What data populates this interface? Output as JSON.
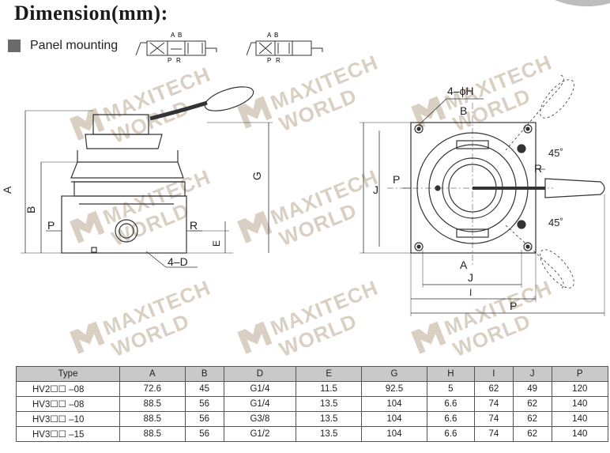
{
  "title": "Dimension(mm):",
  "subtitle": "Panel mounting",
  "symbol": {
    "top_left": "A",
    "top_right": "B",
    "bottom_left": "P",
    "bottom_right": "R"
  },
  "watermark": {
    "line1": "MAXITECH",
    "line2": "WORLD"
  },
  "front_labels": {
    "A": "A",
    "B": "B",
    "G": "G",
    "P": "P",
    "R": "R",
    "E": "E",
    "D": "4–D"
  },
  "side_labels": {
    "H": "4–ϕH",
    "B": "B",
    "P": "P",
    "R": "R",
    "J_left": "J",
    "A": "A",
    "J_bottom": "J",
    "I": "I",
    "P_bottom": "P",
    "angle_top": "45˚",
    "angle_bottom": "45˚"
  },
  "table": {
    "headers": [
      "Type",
      "A",
      "B",
      "D",
      "E",
      "G",
      "H",
      "I",
      "J",
      "P"
    ],
    "rows": [
      [
        "HV2☐☐ –08",
        "72.6",
        "45",
        "G1/4",
        "11.5",
        "92.5",
        "5",
        "62",
        "49",
        "120"
      ],
      [
        "HV3☐☐ –08",
        "88.5",
        "56",
        "G1/4",
        "13.5",
        "104",
        "6.6",
        "74",
        "62",
        "140"
      ],
      [
        "HV3☐☐ –10",
        "88.5",
        "56",
        "G3/8",
        "13.5",
        "104",
        "6.6",
        "74",
        "62",
        "140"
      ],
      [
        "HV3☐☐ –15",
        "88.5",
        "56",
        "G1/2",
        "13.5",
        "104",
        "6.6",
        "74",
        "62",
        "140"
      ]
    ]
  }
}
